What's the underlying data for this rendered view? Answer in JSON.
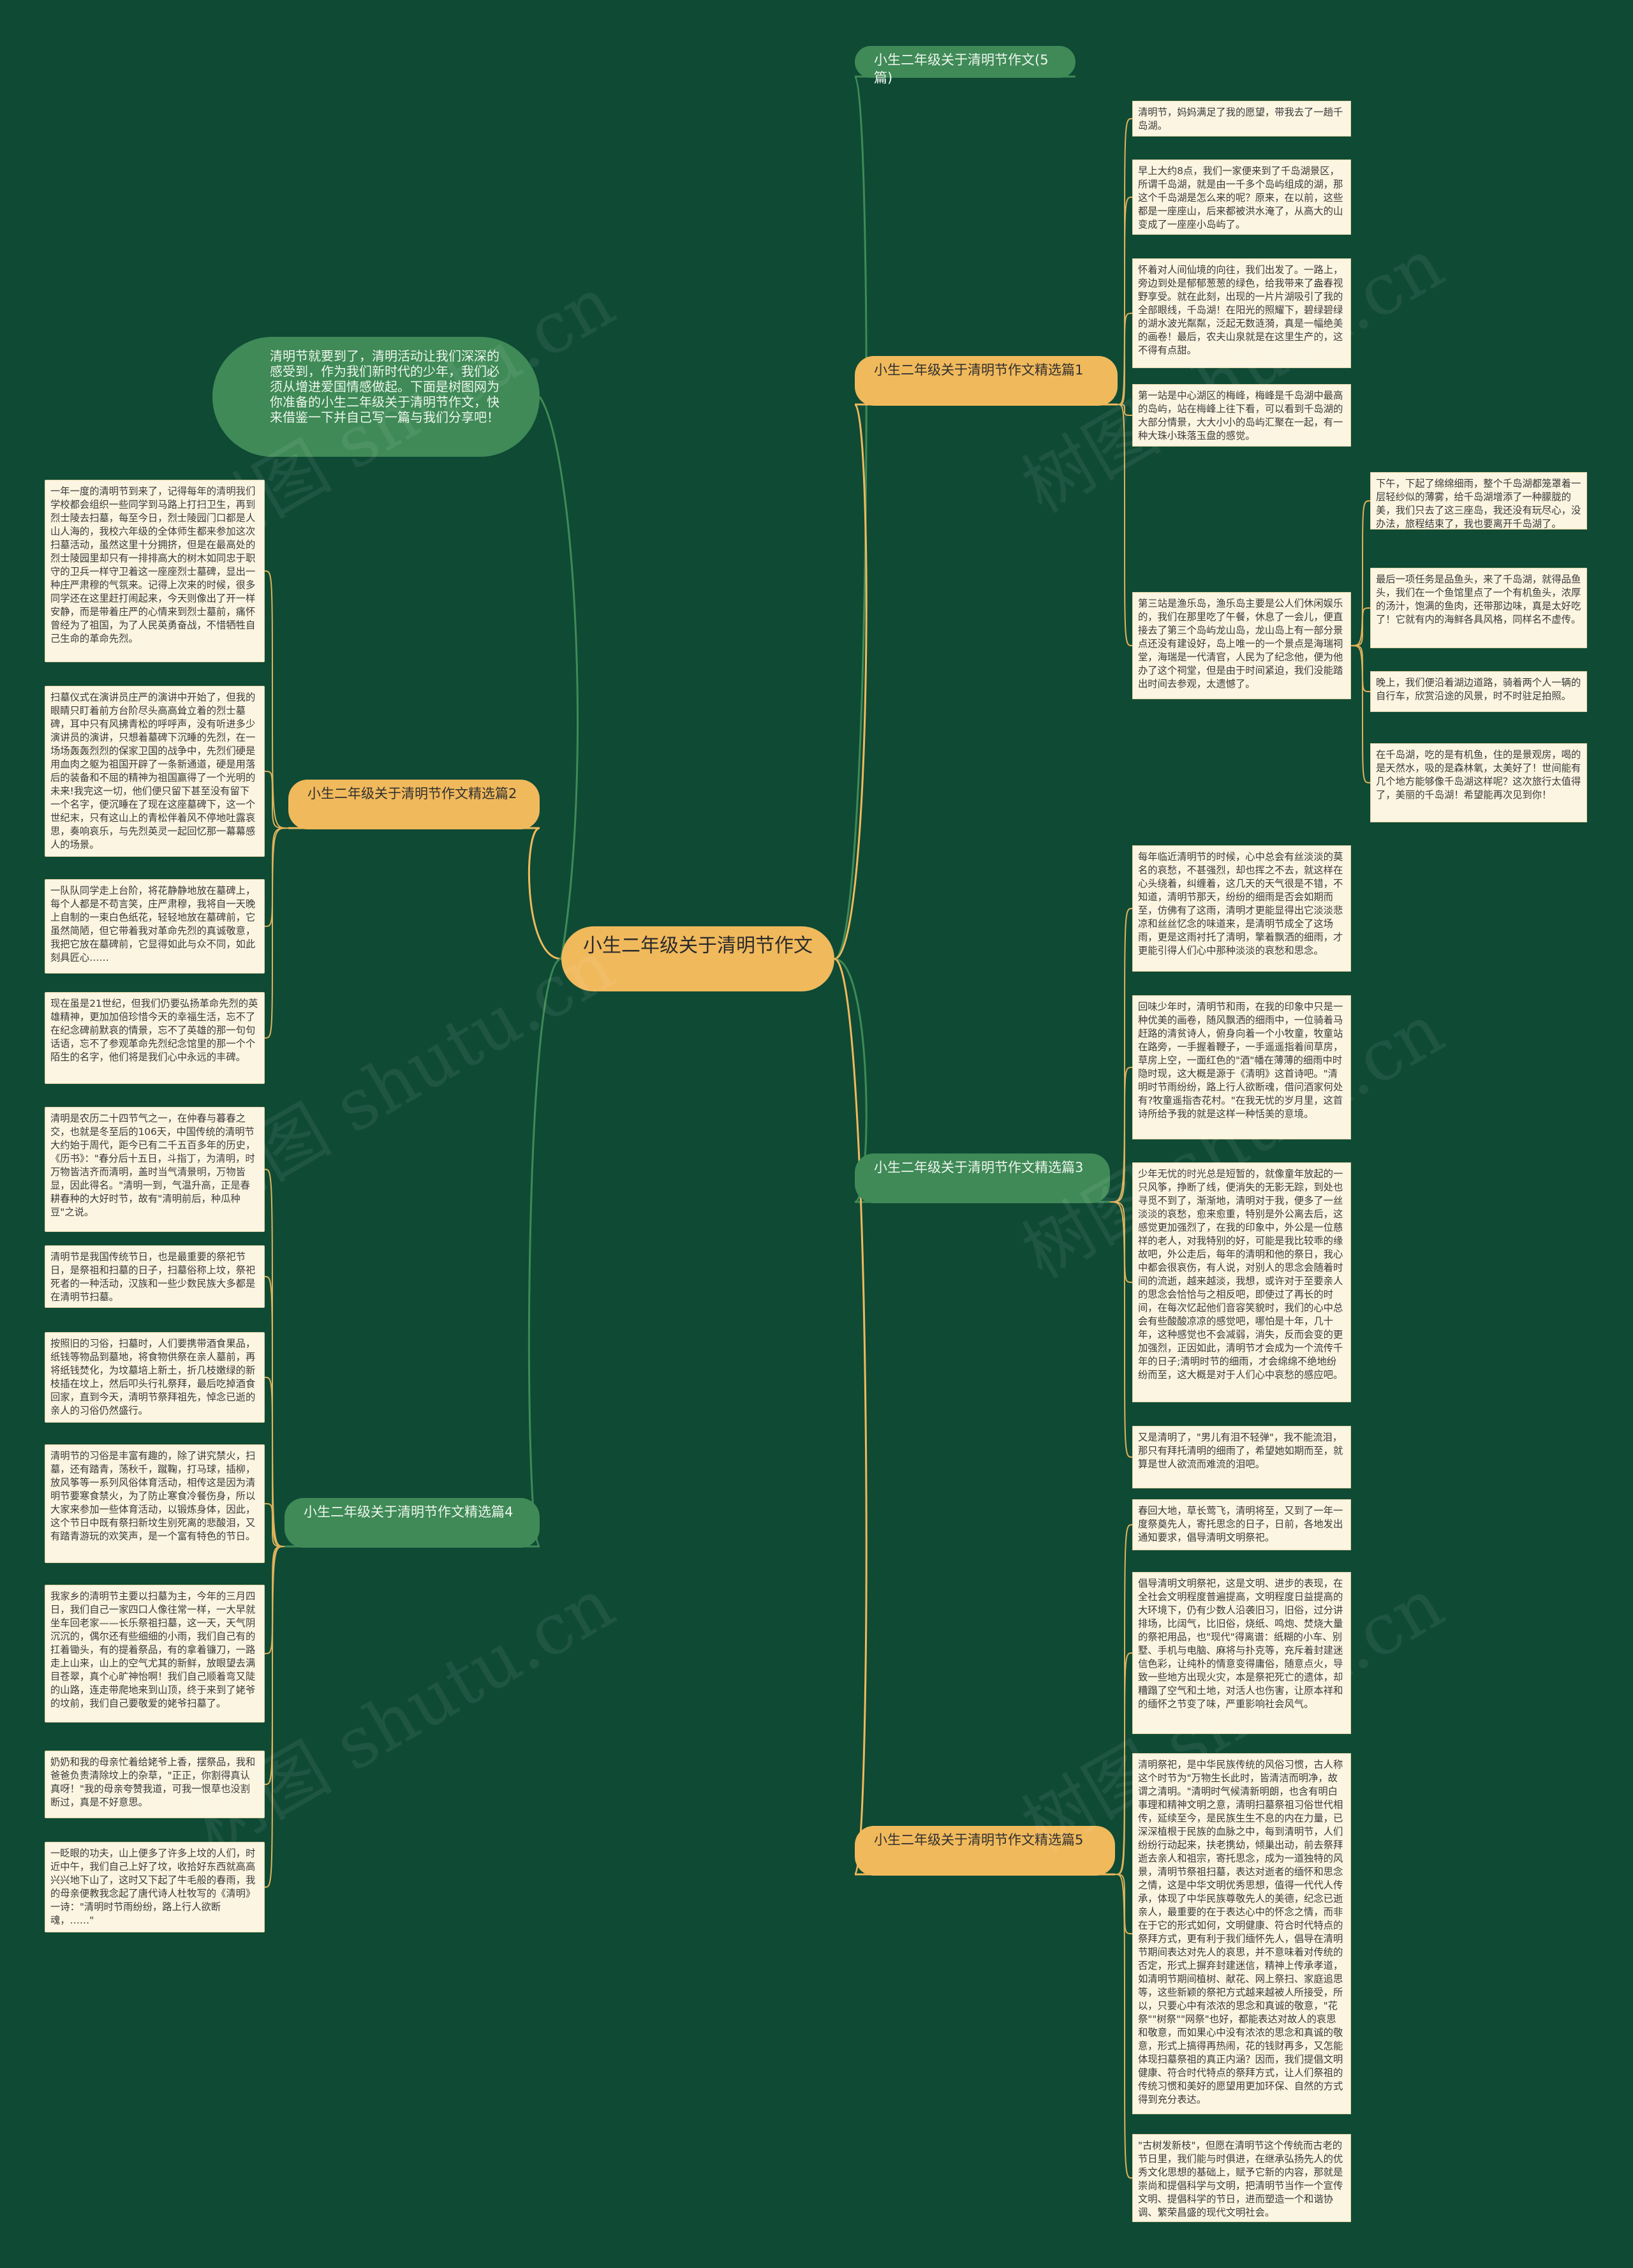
{
  "root": "小生二年级关于清明节作文",
  "intro": "清明节就要到了，清明活动让我们深深的感受到，作为我们新时代的少年，我们必须从增进爱国情感做起。下面是树图网为你准备的小生二年级关于清明节作文，快来借鉴一下并自己写一篇与我们分享吧！",
  "branches": [
    {
      "label": "小生二年级关于清明节作文(5篇)",
      "color": "#3f8a57"
    },
    {
      "label": "小生二年级关于清明节作文精选篇1",
      "color": "#f0b95c",
      "leaves": [
        "清明节，妈妈满足了我的愿望，带我去了一趟千岛湖。",
        "早上大约8点，我们一家便来到了千岛湖景区，所谓千岛湖，就是由一千多个岛屿组成的湖，那这个千岛湖是怎么来的呢？原来，在以前，这些都是一座座山，后来都被洪水淹了，从高大的山变成了一座座小岛屿了。",
        "怀着对人间仙境的向往，我们出发了。一路上，旁边到处是郁郁葱葱的绿色，给我带来了盎春视野享受。就在此刻，出现的一片片湖吸引了我的全部眼线，千岛湖！在阳光的照耀下，碧绿碧绿的湖水波光粼粼，泛起无数涟漪，真是一幅绝美的画卷！最后，农夫山泉就是在这里生产的，这不得有点甜。",
        "第一站是中心湖区的梅峰，梅峰是千岛湖中最高的岛屿，站在梅峰上往下看，可以看到千岛湖的大部分情景，大大小小的岛屿汇聚在一起，有一种大珠小珠落玉盘的感觉。",
        "第三站是渔乐岛，渔乐岛主要是公人们休闲娱乐的，我们在那里吃了午餐，休息了一会儿，便直接去了第三个岛屿龙山岛，龙山岛上有一部分景点还没有建设好，岛上唯一的一个景点是海瑞祠堂，海瑞是一代清官，人民为了纪念他，便为他办了这个祠堂，但是由于时间紧迫，我们没能踏出时间去参观，太遗憾了。"
      ],
      "subleaves": [
        "下午，下起了绵绵细雨，整个千岛湖都笼罩着一层轻纱似的薄雾，给千岛湖增添了一种朦胧的美，我们只去了这三座岛，我还没有玩尽心，没办法，旅程结束了，我也要离开千岛湖了。",
        "最后一项任务是品鱼头，来了千岛湖，就得品鱼头，我们在一个鱼馆里点了一个有机鱼头，浓厚的汤汁，饱满的鱼肉，还带那边味，真是太好吃了！它就有内的海鲜各具风格，同样名不虚传。",
        "晚上，我们便沿着湖边道路，骑着两个人一辆的自行车，欣赏沿途的风景，时不时驻足拍照。",
        "在千岛湖，吃的是有机鱼，住的是景观房，喝的是天然水，吸的是森林氧，太美好了！世间能有几个地方能够像千岛湖这样呢？这次旅行太值得了，美丽的千岛湖！希望能再次见到你！"
      ]
    },
    {
      "label": "小生二年级关于清明节作文精选篇2",
      "color": "#f0b95c",
      "leaves": [
        "一年一度的清明节到来了，记得每年的清明我们学校都会组织一些同学到马路上打扫卫生，再到烈士陵去扫墓，每至今日，烈士陵园门口都是人山人海的，我校六年级的全体师生都来参加这次扫墓活动，虽然这里十分拥挤，但是在最高处的烈士陵园里却只有一排排高大的树木如同忠于职守的卫兵一样守卫着这一座座烈士墓碑，显出一种庄严肃穆的气氛来。记得上次来的时候，很多同学还在这里赶打闹起来，今天则像出了开一样安静，而是带着庄严的心情来到烈士墓前，痛怀曾经为了祖国，为了人民英勇奋战，不惜牺牲自己生命的革命先烈。",
        "扫墓仪式在演讲员庄严的演讲中开始了，但我的眼睛只盯着前方台阶尽头高高耸立着的烈士墓碑，耳中只有风拂青松的呼呼声，没有听进多少演讲员的演讲，只想着墓碑下沉睡的先烈，在一场场轰轰烈烈的保家卫国的战争中，先烈们硬是用血肉之躯为祖国开辟了一条新通道，硬是用落后的装备和不屈的精神为祖国赢得了一个光明的未来!我完这一切，他们便只留下甚至没有留下一个名字，便沉睡在了现在这座墓碑下，这一个世纪末，只有这山上的青松伴着风不停地吐露哀思，奏响哀乐，与先烈英灵一起回忆那一幕幕感人的场景。",
        "一队队同学走上台阶，将花静静地放在墓碑上，每个人都是不苟言笑，庄严肃穆，我将自一天晚上自制的一束白色纸花，轻轻地放在墓碑前，它虽然简陋，但它带着我对革命先烈的真诚敬意，我把它放在墓碑前，它显得如此与众不同，如此刻具匠心……",
        "现在虽是21世纪，但我们仍要弘扬革命先烈的英雄精神，更加加倍珍惜今天的幸福生活，忘不了在纪念碑前默哀的情景，忘不了英雄的那一句句话语，忘不了参观革命先烈纪念馆里的那一个个陌生的名字，他们将是我们心中永远的丰碑。"
      ]
    },
    {
      "label": "小生二年级关于清明节作文精选篇3",
      "color": "#3f8a57",
      "leaves": [
        "每年临近清明节的时候，心中总会有丝淡淡的莫名的哀愁，不甚强烈，却也挥之不去，就这样在心头绕着，纠缠着，这几天的天气很是不错，不知道，清明节那天，纷纷的细雨是否会如期而至，仿佛有了这雨，清明才更能显得出它淡淡悲凉和丝丝忆念的味道来，是清明节成全了这场雨，更是这雨衬托了清明，擎着飘洒的细雨，才更能引得人们心中那种淡淡的哀愁和思念。",
        "回味少年时，清明节和雨，在我的印象中只是一种优美的画卷，随风飘洒的细雨中，一位骑着马赶路的清贫诗人，俯身向着一个小牧童，牧童站在路旁，一手握着鞭子，一手遥遥指着间草房，草房上空，一面红色的\"酒\"幡在薄薄的细雨中时隐时现，这大概是源于《清明》这首诗吧。\"清明时节雨纷纷，路上行人欲断魂，借问酒家何处有?牧童遥指杏花村。\"在我无忧的岁月里，这首诗所给予我的就是这样一种恬美的意境。",
        "少年无忧的时光总是短暂的，就像童年放起的一只风筝，挣断了线，便消失的无影无踪，到处也寻觅不到了，渐渐地，清明对于我，便多了一丝淡淡的哀愁，愈来愈重，特别是外公离去后，这感觉更加强烈了，在我的印象中，外公是一位慈祥的老人，对我特别的好，可能是我比较乖的缘故吧，外公走后，每年的清明和他的祭日，我心中都会很哀伤，有人说，对别人的思念会随着时间的流逝，越来越淡，我想，或许对于至要亲人的思念会恰恰与之相反吧，即使过了再长的时间，在每次忆起他们音容笑貌时，我们的心中总会有些酸酸凉凉的感觉吧，哪怕是十年，几十年，这种感觉也不会减弱，消失，反而会变的更加强烈，正因如此，清明节才会成为一个流传千年的日子;清明时节的细雨，才会绵绵不绝地纷纷而至，这大概是对于人们心中哀愁的感应吧。",
        "又是清明了，\"男儿有泪不轻弹\"，我不能流泪，那只有拜托清明的细雨了，希望她如期而至，就算是世人欲流而难流的泪吧。"
      ]
    },
    {
      "label": "小生二年级关于清明节作文精选篇4",
      "color": "#3f8a57",
      "leaves": [
        "清明是农历二十四节气之一，在仲春与暮春之交，也就是冬至后的106天，中国传统的清明节大约始于周代，距今已有二千五百多年的历史，《历书》：\"春分后十五日，斗指丁，为清明，时万物皆洁齐而清明，盖时当气清景明，万物皆显，因此得名。\"清明一到，气温升高，正是春耕春种的大好时节，故有\"清明前后，种瓜种豆\"之说。",
        "清明节是我国传统节日，也是最重要的祭祀节日，是祭祖和扫墓的日子，扫墓俗称上坟，祭祀死者的一种活动，汉族和一些少数民族大多都是在清明节扫墓。",
        "按照旧的习俗，扫墓时，人们要携带酒食果品，纸钱等物品到墓地，将食物供祭在亲人墓前，再将纸钱焚化，为坟墓培上新土，折几枝嫩绿的新枝插在坟上，然后叩头行礼祭拜，最后吃掉酒食回家，直到今天，清明节祭拜祖先，悼念已逝的亲人的习俗仍然盛行。",
        "清明节的习俗是丰富有趣的，除了讲究禁火，扫墓，还有踏青，荡秋千，蹴鞠，打马球，插柳，放风筝等一系列风俗体育活动，相传这是因为清明节要寒食禁火，为了防止寒食冷餐伤身，所以大家来参加一些体育活动，以锻炼身体，因此，这个节日中既有祭扫新坟生别死离的悲酸泪，又有踏青游玩的欢笑声，是一个富有特色的节日。",
        "我家乡的清明节主要以扫墓为主，今年的三月四日，我们自己一家四口人像往常一样，一大早就坐车回老家——长乐祭祖扫墓，这一天，天气阴沉沉的，偶尔还有些细细的小雨，我们自己有的扛着锄头，有的提着祭品，有的拿着镰刀，一路走上山来，山上的空气尤其的新鲜，放眼望去满目苍翠，真个心旷神怡啊！我们自己顺着弯又陡的山路，连走带爬地来到山顶，终于来到了姥爷的坟前，我们自己要敬爱的姥爷扫墓了。",
        "奶奶和我的母亲忙着给姥爷上香，摆祭品，我和爸爸负责清除坟上的杂草，\"正正，你割得真认真呀！\"我的母亲夸赞我道，可我一恨草也没割断过，真是不好意思。",
        "一眨眼的功夫，山上便多了许多上坟的人们，时近中午，我们自己上好了坟，收拾好东西就高高兴兴地下山了，这时又下起了牛毛般的春雨，我的母亲便教我念起了唐代诗人杜牧写的《清明》一诗：\"清明时节雨纷纷，路上行人欲断魂，……\""
      ]
    },
    {
      "label": "小生二年级关于清明节作文精选篇5",
      "color": "#f0b95c",
      "leaves": [
        "春回大地，草长莺飞，清明将至，又到了一年一度祭奠先人，寄托思念的日子，日前，各地发出通知要求，倡导清明文明祭祀。",
        "倡导清明文明祭祀，这是文明、进步的表现，在全社会文明程度普遍提高，文明程度日益提高的大环境下，仍有少数人沿袭旧习，旧俗，过分讲排场，比阔气，比旧俗，烧纸、鸣炮、焚烧大量的祭祀用品，也\"现代\"得离谱：纸糊的小车、别墅、手机与电脑、麻将与扑克等，充斥着封建迷信色彩，让纯朴的情意变得庸俗，随意点火，导致一些地方出现火灾，本是祭祀死亡的遗体，却糟蹋了空气和土地，对活人也伤害，让原本祥和的缅怀之节变了味，严重影响社会风气。",
        "清明祭祀，是中华民族传统的风俗习惯，古人称这个时节为\"万物生长此时，皆清洁而明净，故谓之清明。\"清明时气候清新明朗，也含有明白事理和精神文明之意，清明扫墓祭祖习俗世代相传，延续至今，是民族生生不息的内在力量，已深深植根于民族的血脉之中，每到清明节，人们纷纷行动起来，扶老携幼，倾巢出动，前去祭拜逝去亲人和祖宗，寄托思念，成为一道独特的风景，清明节祭祖扫墓，表达对逝者的缅怀和思念之情，这是中华文明优秀思想，值得一代代人传承，体现了中华民族尊敬先人的美德，纪念已逝亲人，最重要的在于表达心中的怀念之情，而非在于它的形式如何，文明健康、符合时代特点的祭拜方式，更有利于我们缅怀先人，倡导在清明节期间表达对先人的哀思，并不意味着对传统的否定，形式上摒弃封建迷信，精神上传承孝道，如清明节期间植树、献花、网上祭扫、家庭追思等，这些新颖的祭祀方式越来越被人所接受，所以，只要心中有浓浓的思念和真诚的敬意，\"花祭\"\"树祭\"\"网祭\"也好，都能表达对故人的哀思和敬意，而如果心中没有浓浓的思念和真诚的敬意，形式上搞得再热闹，花的钱财再多，又怎能体现扫墓祭祖的真正内涵？因而，我们提倡文明健康、符合时代特点的祭拜方式，让人们祭祖的传统习惯和美好的愿望用更加环保、自然的方式得到充分表达。",
        "\"古树发新枝\"，但愿在清明节这个传统而古老的节日里，我们能与时俱进，在继承弘扬先人的优秀文化思想的基础上，赋予它新的内容，那就是崇尚和提倡科学与文明，把清明节当作一个宣传文明、提倡科学的节日，进而塑造一个和谐协调、繁荣昌盛的现代文明社会。"
      ]
    }
  ],
  "watermark": "树图 shutu.cn",
  "colors": {
    "background": "#0f4a35",
    "yellow": "#f0b95c",
    "green": "#3f8a57",
    "leaf": "#fbf5e1",
    "line": "#e0b35a"
  }
}
